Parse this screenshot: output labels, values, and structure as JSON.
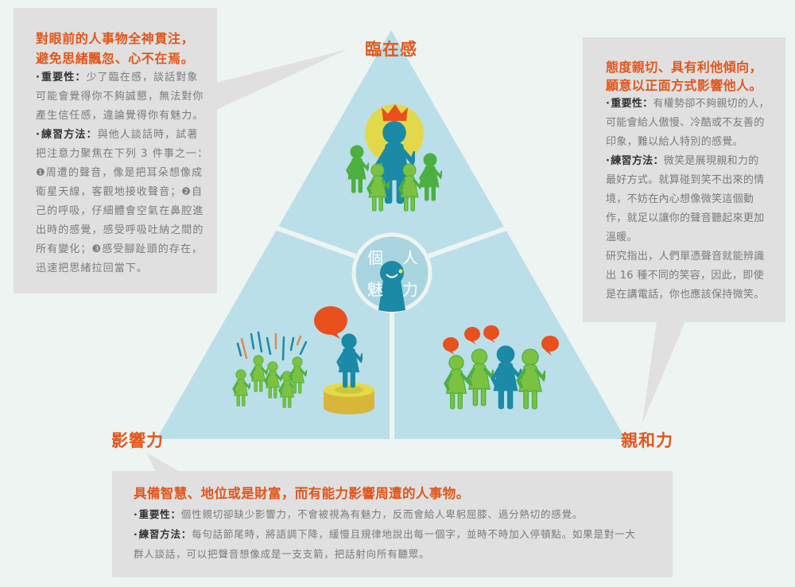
{
  "diagram": {
    "title_center": [
      "個",
      "人",
      "魅",
      "力"
    ],
    "vertices": {
      "top": "臨在感",
      "left": "影響力",
      "right": "親和力"
    }
  },
  "boxes": {
    "presence": {
      "title": [
        "對眼前的人事物全神貫注，",
        "避免思緒飄忽、心不在焉。"
      ],
      "importance": {
        "label": "重要性：",
        "lines": [
          "少了臨在感，談話對象",
          "可能會覺得你不夠誠懇，無法對你",
          "產生信任感，違論覺得你有魅力。"
        ]
      },
      "practice": {
        "label": "練習方法：",
        "lines": [
          "與他人談話時，試著",
          "把注意力聚焦在下列 3 件事之一：",
          "❶周遭的聲音，像是把耳朵想像成",
          "衛星天線，客觀地接收聲音；❷自",
          "己的呼吸，仔細體會空氣在鼻腔進",
          "出時的感覺，感受呼吸吐納之間的",
          "所有變化；❸感受腳趾頭的存在，",
          "迅速把思緒拉回當下。"
        ]
      }
    },
    "warmth": {
      "title": [
        "態度親切、具有利他傾向，",
        "願意以正面方式影響他人。"
      ],
      "importance": {
        "label": "重要性：",
        "lines": [
          "有權勢卻不夠親切的人，",
          "可能會給人傲慢、冷酷或不友善的",
          "印象，難以給人特別的感覺。"
        ]
      },
      "practice": {
        "label": "練習方法：",
        "lines": [
          "微笑是展現親和力的",
          "最好方式。就算碰到笑不出來的情",
          "境，不妨在內心想像微笑這個動",
          "作，就足以讓你的聲音聽起來更加",
          "溫暖。"
        ]
      },
      "research": {
        "lines": [
          "研究指出，人們單憑聲音就能辨識",
          "出 16 種不同的笑容，因此，即使",
          "是在講電話，你也應該保持微笑。"
        ]
      }
    },
    "power": {
      "title": [
        "具備智慧、地位或是財富，而有能力影響周遭的人事物。"
      ],
      "importance": {
        "label": "重要性：",
        "lines": [
          "個性親切卻缺少影響力，不會被視為有魅力，反而會給人卑躬屈膝、過分熱切的感覺。"
        ]
      },
      "practice": {
        "label": "練習方法：",
        "lines": [
          "每句話節尾時，將語調下降，緩慢且規律地說出每一個字，並時不時加入停頓點。如果是對一大",
          "群人談話，可以把聲音想像成是一支支箭，把話射向所有聽眾。"
        ]
      }
    }
  },
  "colors": {
    "background": "#edf4f1",
    "triangle": "#badfe8",
    "box": "#e0e0e0",
    "accent_orange": "#e2561c",
    "figure_blue": "#1b8aa6",
    "figure_green": "#4caf3f",
    "figure_light_green": "#7cc142",
    "halo_yellow": "#e2d94a"
  },
  "icons": {
    "crown": "crown-icon",
    "speech_bubble": "speech-bubble-icon",
    "podium": "podium-icon",
    "person": "person-icon"
  }
}
